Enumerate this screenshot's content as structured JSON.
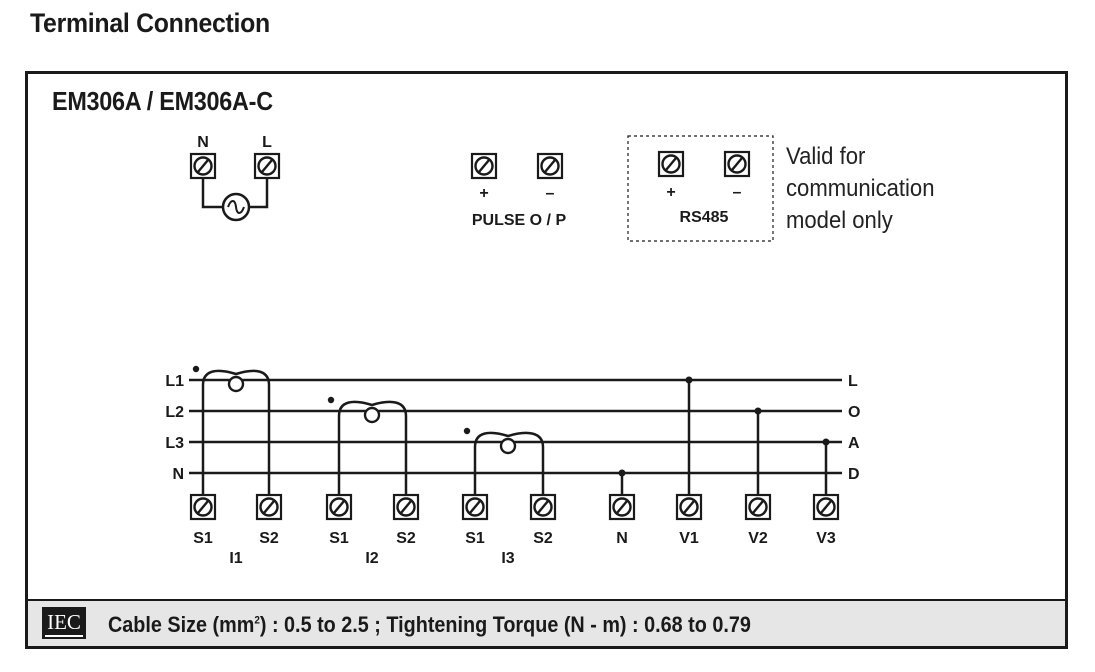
{
  "page_title": "Terminal Connection",
  "model_title": "EM306A / EM306A-C",
  "supply": {
    "n_label": "N",
    "l_label": "L"
  },
  "pulse": {
    "plus": "+",
    "minus": "–",
    "label": "PULSE O / P"
  },
  "rs485": {
    "plus": "+",
    "minus": "–",
    "label": "RS485"
  },
  "note": {
    "line1": "Valid for",
    "line2": "communication",
    "line3": "model only"
  },
  "lines": {
    "l1": "L1",
    "l2": "L2",
    "l3": "L3",
    "n": "N"
  },
  "load": {
    "l": "L",
    "o": "O",
    "a": "A",
    "d": "D"
  },
  "terminals": [
    "S1",
    "S2",
    "S1",
    "S2",
    "S1",
    "S2",
    "N",
    "V1",
    "V2",
    "V3"
  ],
  "ct_labels": [
    "I1",
    "I2",
    "I3"
  ],
  "footer": {
    "logo": "IEC",
    "spec_prefix": "Cable Size (mm",
    "spec_sup": "2",
    "spec_suffix": ") : 0.5 to 2.5 ; Tightening Torque (N - m) : 0.68 to 0.79"
  }
}
